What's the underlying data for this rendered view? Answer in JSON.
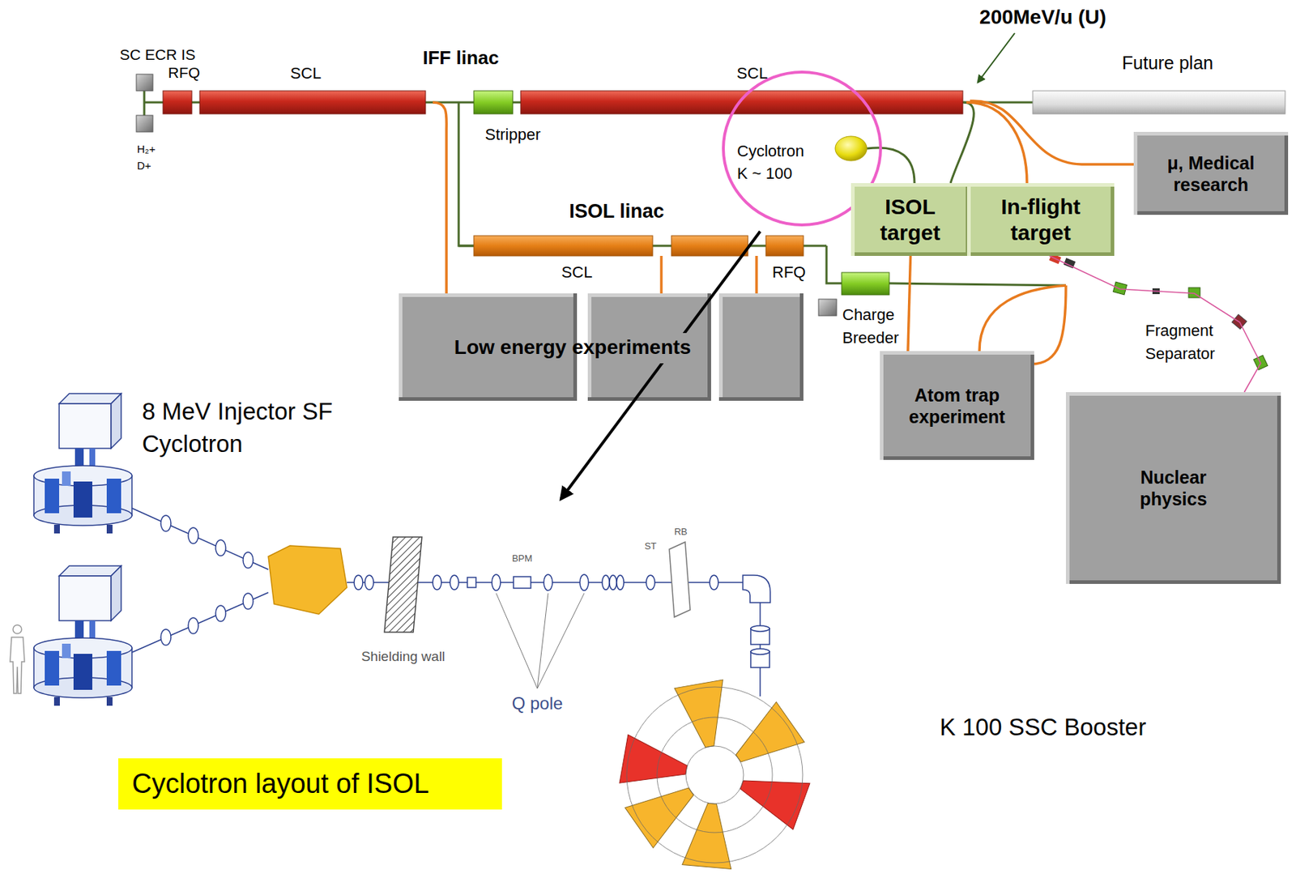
{
  "diagram": {
    "nodes": [
      {
        "text": [
          "Cyclotron K ~ 100"
        ]
      },
      {
        "text": [
          "ISOL target"
        ]
      },
      {
        "text": [
          "In-flight target"
        ]
      },
      {
        "text": [
          "μ, Medical research"
        ]
      },
      {
        "text": [
          "Atom trap experiment"
        ]
      },
      {
        "text": [
          "Nuclear physics"
        ]
      },
      {
        "text": [
          "Cyclotron layout of ISOL"
        ]
      }
    ],
    "edges": [
      {
        "from": 1,
        "to": 4,
        "arrow": "none"
      },
      {
        "from": 2,
        "to": 5,
        "arrow": "none"
      }
    ],
    "labels": [
      "200MeV/u (U)",
      "SC ECR IS",
      "RFQ",
      "IFF linac",
      "SCL",
      "SCL",
      "Future plan",
      "H₂+",
      "D+",
      "Stripper",
      "ISOL linac",
      "SCL",
      "RFQ",
      "Charge Breeder",
      "Low energy experiments",
      "Fragment Separator",
      "8 MeV Injector SF Cyclotron",
      "BPM",
      "ST",
      "RB",
      "Shielding wall",
      "Q pole",
      "K 100 SSC Booster"
    ]
  }
}
